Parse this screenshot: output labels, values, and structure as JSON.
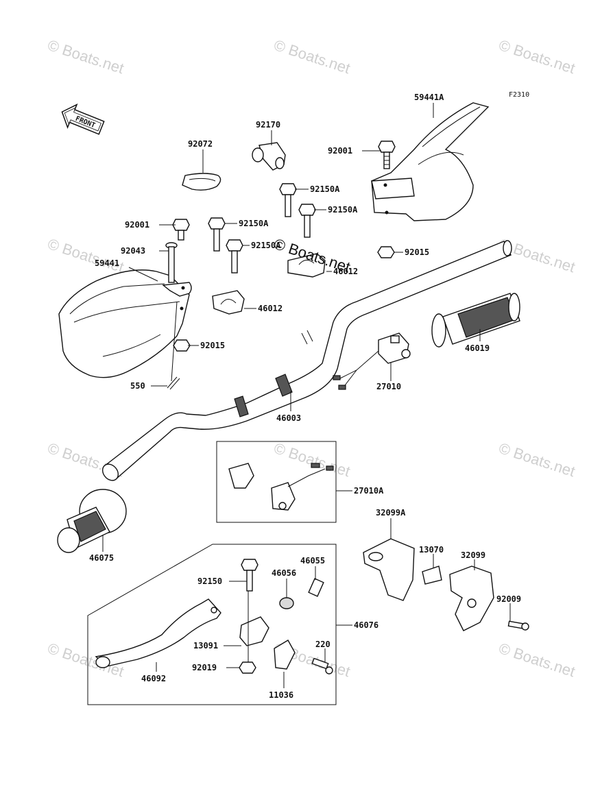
{
  "figure_code": "F2310",
  "front_label": "FRONT",
  "watermarks": [
    "© Boats.net",
    "© Boats.net",
    "© Boats.net",
    "© Boats.net",
    "© Boats.net",
    "© Boats.net",
    "© Boats.net",
    "© Boats.net",
    "© Boats.net",
    "© Boats.net",
    "© Boats.net",
    "© Boats.net"
  ],
  "center_watermark": "© Boats.net",
  "labels": {
    "p59441A": "59441A",
    "p92170": "92170",
    "p92072": "92072",
    "p92001a": "92001",
    "p92150Aa": "92150A",
    "p92150Ab": "92150A",
    "p92001b": "92001",
    "p92150Ac": "92150A",
    "p92150Ad": "92150A",
    "p92043": "92043",
    "p59441": "59441",
    "p46012a": "46012",
    "p46012b": "46012",
    "p92015a": "92015",
    "p92015b": "92015",
    "p550": "550",
    "p46019": "46019",
    "p27010": "27010",
    "p46003": "46003",
    "p27010A": "27010A",
    "p32099A": "32099A",
    "p46075": "46075",
    "p13070": "13070",
    "p32099": "32099",
    "p92150": "92150",
    "p46056": "46056",
    "p46055": "46055",
    "p92009": "92009",
    "p46076": "46076",
    "p13091": "13091",
    "p220": "220",
    "p92019": "92019",
    "p46092": "46092",
    "p11036": "11036"
  }
}
